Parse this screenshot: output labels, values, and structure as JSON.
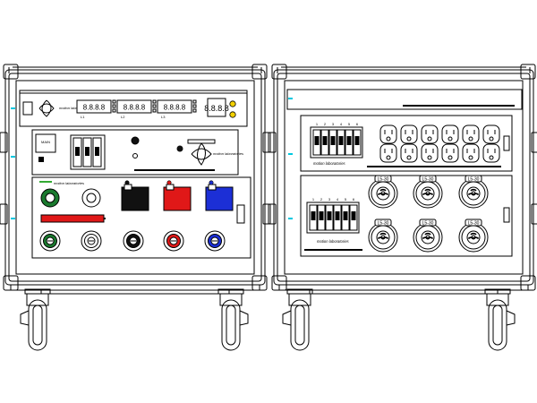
{
  "drawing": {
    "brand_text": "motion laboratories",
    "left_case": {
      "meter_labels": [
        "L1",
        "L2",
        "L3"
      ],
      "meter_readings": [
        "8.8.8.8",
        "8.8.8.8",
        "8.8.8.8"
      ],
      "main_breaker_label": "MAIN",
      "breaker_count": 3,
      "connector_colors": [
        "#1a7a2e",
        "#ffffff",
        "#111111",
        "#e01818",
        "#1c2fd6"
      ],
      "cam_colors": [
        "#111111",
        "#e01818",
        "#1c2fd6"
      ]
    },
    "right_case": {
      "breaker_numbers_top": [
        "1",
        "2",
        "3",
        "4",
        "5",
        "6"
      ],
      "breaker_numbers_bottom": [
        "1",
        "2",
        "3",
        "4",
        "5",
        "6"
      ],
      "duplex_count": 12,
      "twistlock_count": 6,
      "twistlock_label": "L5-30"
    }
  },
  "colors": {
    "line": "#000000",
    "status_cyan": "#00c8e0",
    "status_green": "#3a3",
    "warning_yellow": "#f2d000",
    "red_bar": "#e01818"
  }
}
